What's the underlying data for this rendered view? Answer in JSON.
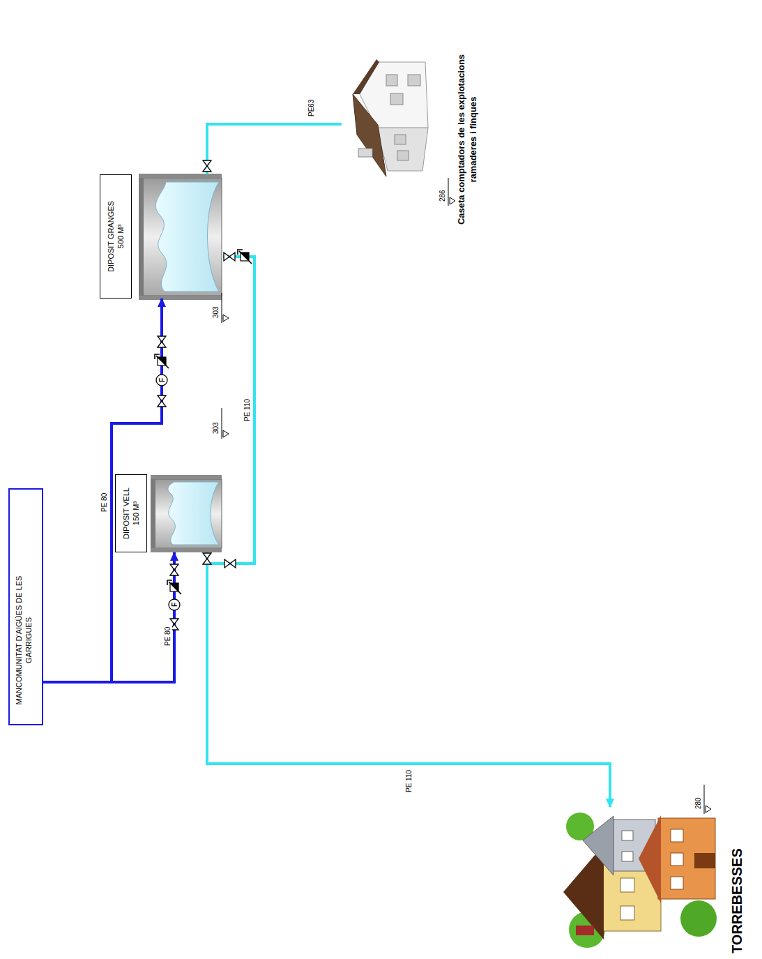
{
  "diagram": {
    "nodes": [
      {
        "text": [
          "MANCOMUNITAT D'AIGÜES DE LES GARRIGUES"
        ]
      },
      {
        "text": [
          "DIPOSIT VELL 150 M³"
        ]
      },
      {
        "text": [
          "DIPOSIT GRANGES 500 M³"
        ]
      },
      {
        "text": [
          "Caseta comptadors de les explotacions ramaderes i finques"
        ]
      },
      {
        "text": [
          "TORREBESSES"
        ]
      }
    ],
    "edges": [
      {
        "from": 0,
        "to": 1,
        "arrow": "to",
        "label": "PE 80"
      },
      {
        "from": 0,
        "to": 2,
        "arrow": "to",
        "label": "PE 80"
      },
      {
        "from": 2,
        "to": 3,
        "arrow": "none",
        "label": "PE63"
      },
      {
        "from": 1,
        "to": 4,
        "arrow": "to",
        "label": "PE 110"
      },
      {
        "from": 2,
        "to": 4,
        "arrow": "to",
        "label": "PE 110"
      }
    ],
    "labels": [
      "303",
      "303",
      "286",
      "280",
      "F",
      "F"
    ]
  }
}
